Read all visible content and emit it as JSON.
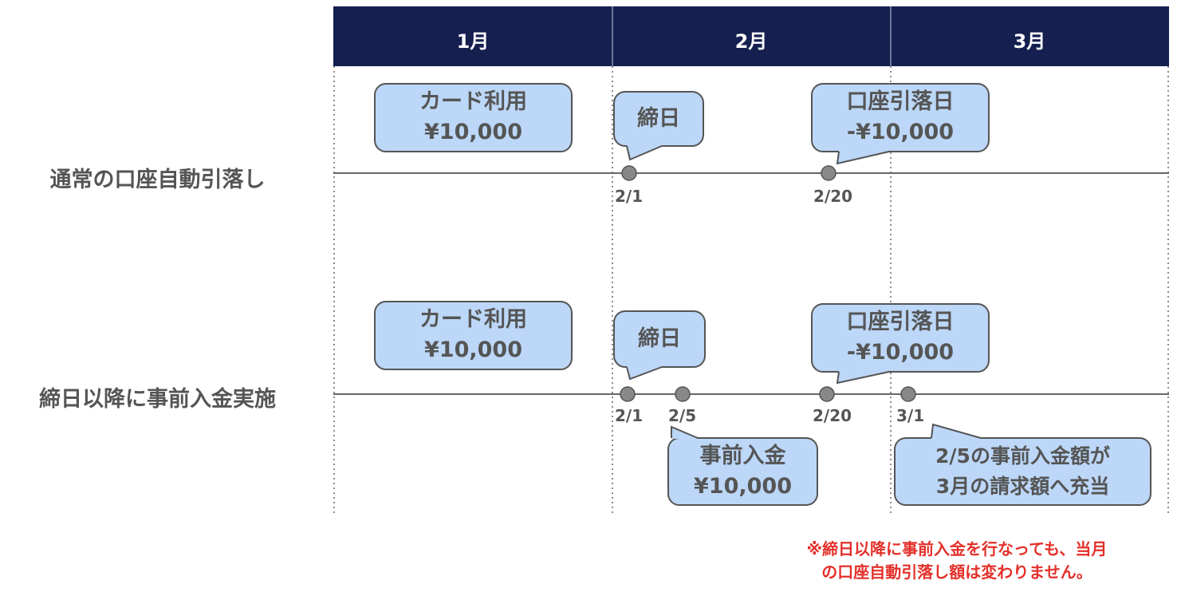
{
  "header": {
    "months": [
      "1月",
      "2月",
      "3月"
    ],
    "color": "#152050"
  },
  "rows": [
    {
      "label": "通常の口座自動引落し",
      "dates": [
        "2/1",
        "2/20"
      ],
      "callouts": {
        "card_use": [
          "カード利用",
          "¥10,000"
        ],
        "closing_day": "締日",
        "debit_day": [
          "口座引落日",
          "-¥10,000"
        ]
      }
    },
    {
      "label": "締日以降に事前入金実施",
      "dates": [
        "2/1",
        "2/5",
        "2/20",
        "3/1"
      ],
      "callouts": {
        "card_use": [
          "カード利用",
          "¥10,000"
        ],
        "closing_day": "締日",
        "debit_day": [
          "口座引落日",
          "-¥10,000"
        ],
        "prepayment": [
          "事前入金",
          "¥10,000"
        ],
        "applied": [
          "2/5の事前入金額が",
          "3月の請求額へ充当"
        ]
      }
    }
  ],
  "note": [
    "※締日以降に事前入金を行なっても、当月",
    "の口座自動引落し額は変わりません。"
  ],
  "colors": {
    "callout_fill": "#bcd7f7",
    "note": "#e4302a",
    "text": "#555555"
  }
}
